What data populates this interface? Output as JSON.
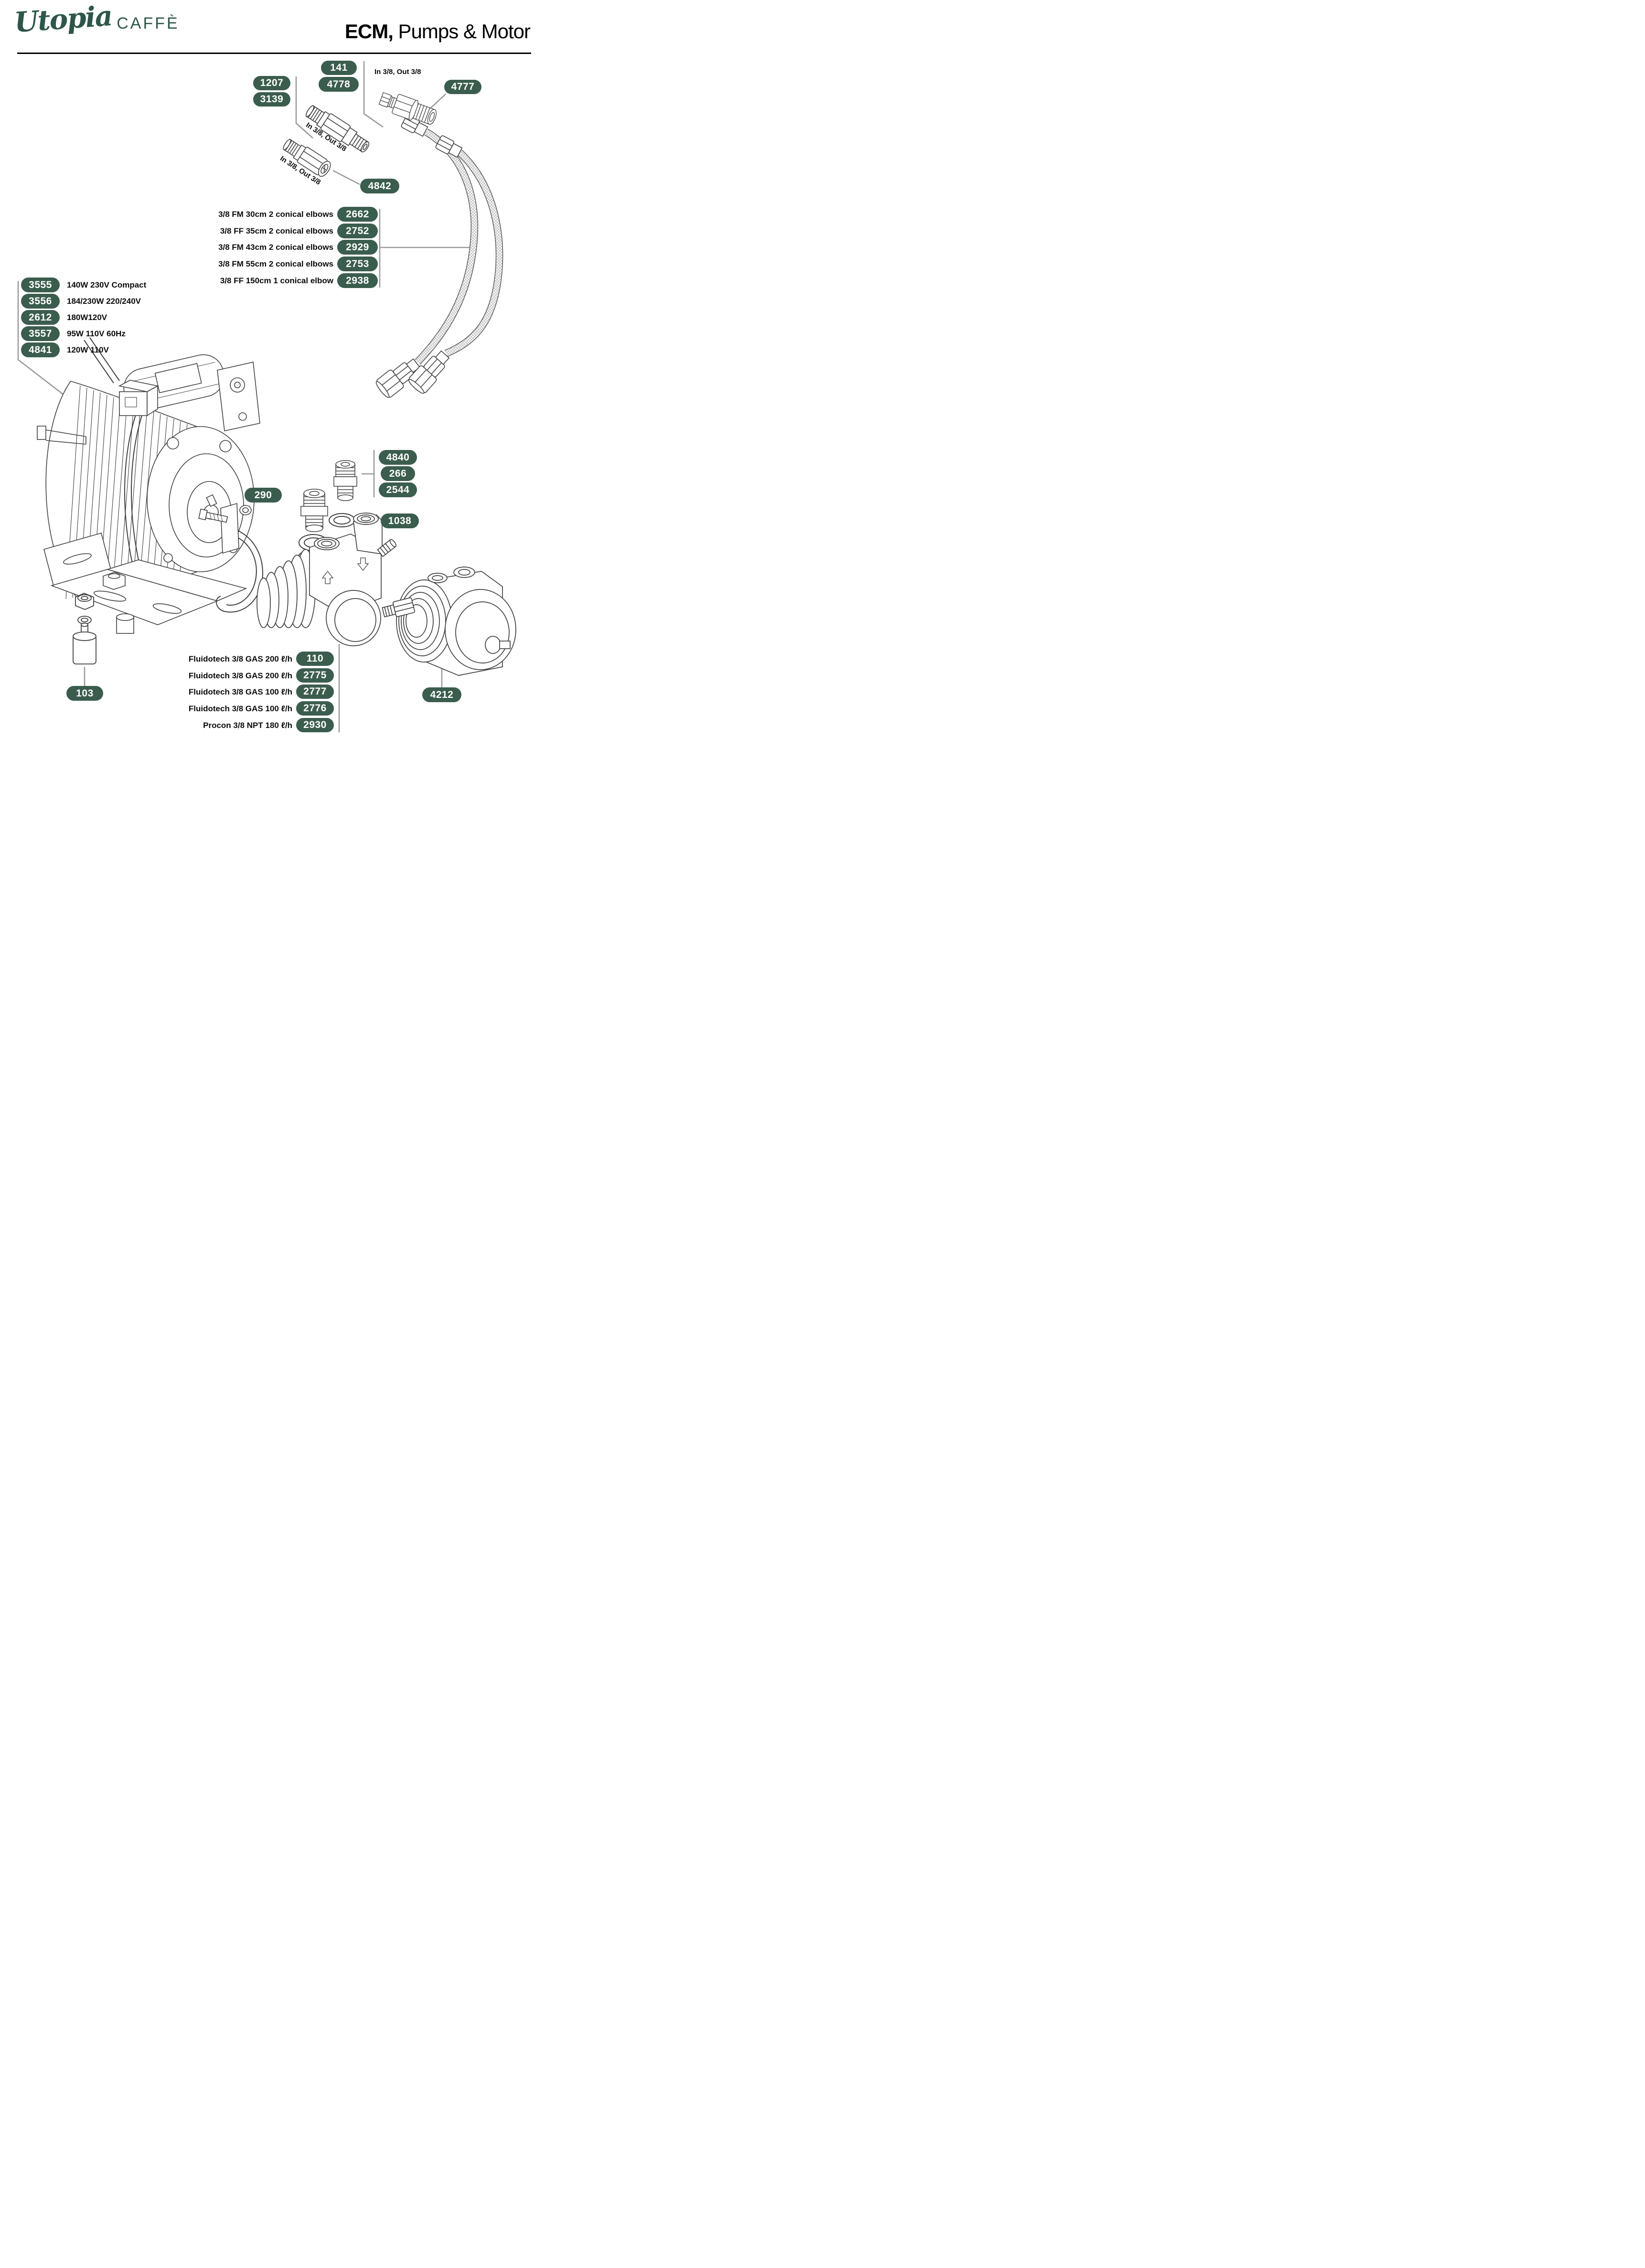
{
  "header": {
    "logo_script": "Utopia",
    "logo_caffe": "CAFFÈ",
    "title_bold": "ECM,",
    "title_rest": " Pumps & Motor"
  },
  "colors": {
    "badge_green": "#3b5d4e",
    "leader_gray": "#9b9b9b",
    "logo_green": "#2e564a",
    "line_art": "#3f3f3f"
  },
  "annotations": {
    "in_out_top": "In 3/8, Out 3/8",
    "in_out_mid": "In 3/8, Out 3/8",
    "in_out_low": "In 3/8, Out 3/8"
  },
  "badges": {
    "v1207": "1207",
    "v3139": "3139",
    "v141": "141",
    "v4778": "4778",
    "v4777": "4777",
    "v4842": "4842",
    "v290": "290",
    "v4840": "4840",
    "v266": "266",
    "v2544": "2544",
    "v1038": "1038",
    "v103": "103",
    "v4212": "4212"
  },
  "hose_list": {
    "items": [
      {
        "label": "3/8 FM 30cm 2 conical elbows",
        "part": "2662"
      },
      {
        "label": "3/8 FF 35cm 2 conical elbows",
        "part": "2752"
      },
      {
        "label": "3/8 FM 43cm 2 conical elbows",
        "part": "2929"
      },
      {
        "label": "3/8 FM 55cm 2 conical elbows",
        "part": "2753"
      },
      {
        "label": "3/8 FF 150cm 1 conical elbow",
        "part": "2938"
      }
    ]
  },
  "motor_list": {
    "items": [
      {
        "part": "3555",
        "label": "140W 230V Compact"
      },
      {
        "part": "3556",
        "label": "184/230W 220/240V"
      },
      {
        "part": "2612",
        "label": "180W120V"
      },
      {
        "part": "3557",
        "label": "95W 110V 60Hz"
      },
      {
        "part": "4841",
        "label": "120W 110V"
      }
    ]
  },
  "pump_list": {
    "items": [
      {
        "label": "Fluidotech 3/8 GAS 200 ℓ/h",
        "part": "110"
      },
      {
        "label": "Fluidotech 3/8 GAS 200 ℓ/h",
        "part": "2775"
      },
      {
        "label": "Fluidotech 3/8 GAS 100 ℓ/h",
        "part": "2777"
      },
      {
        "label": "Fluidotech 3/8 GAS 100 ℓ/h",
        "part": "2776"
      },
      {
        "label": "Procon 3/8 NPT 180 ℓ/h",
        "part": "2930"
      }
    ]
  }
}
